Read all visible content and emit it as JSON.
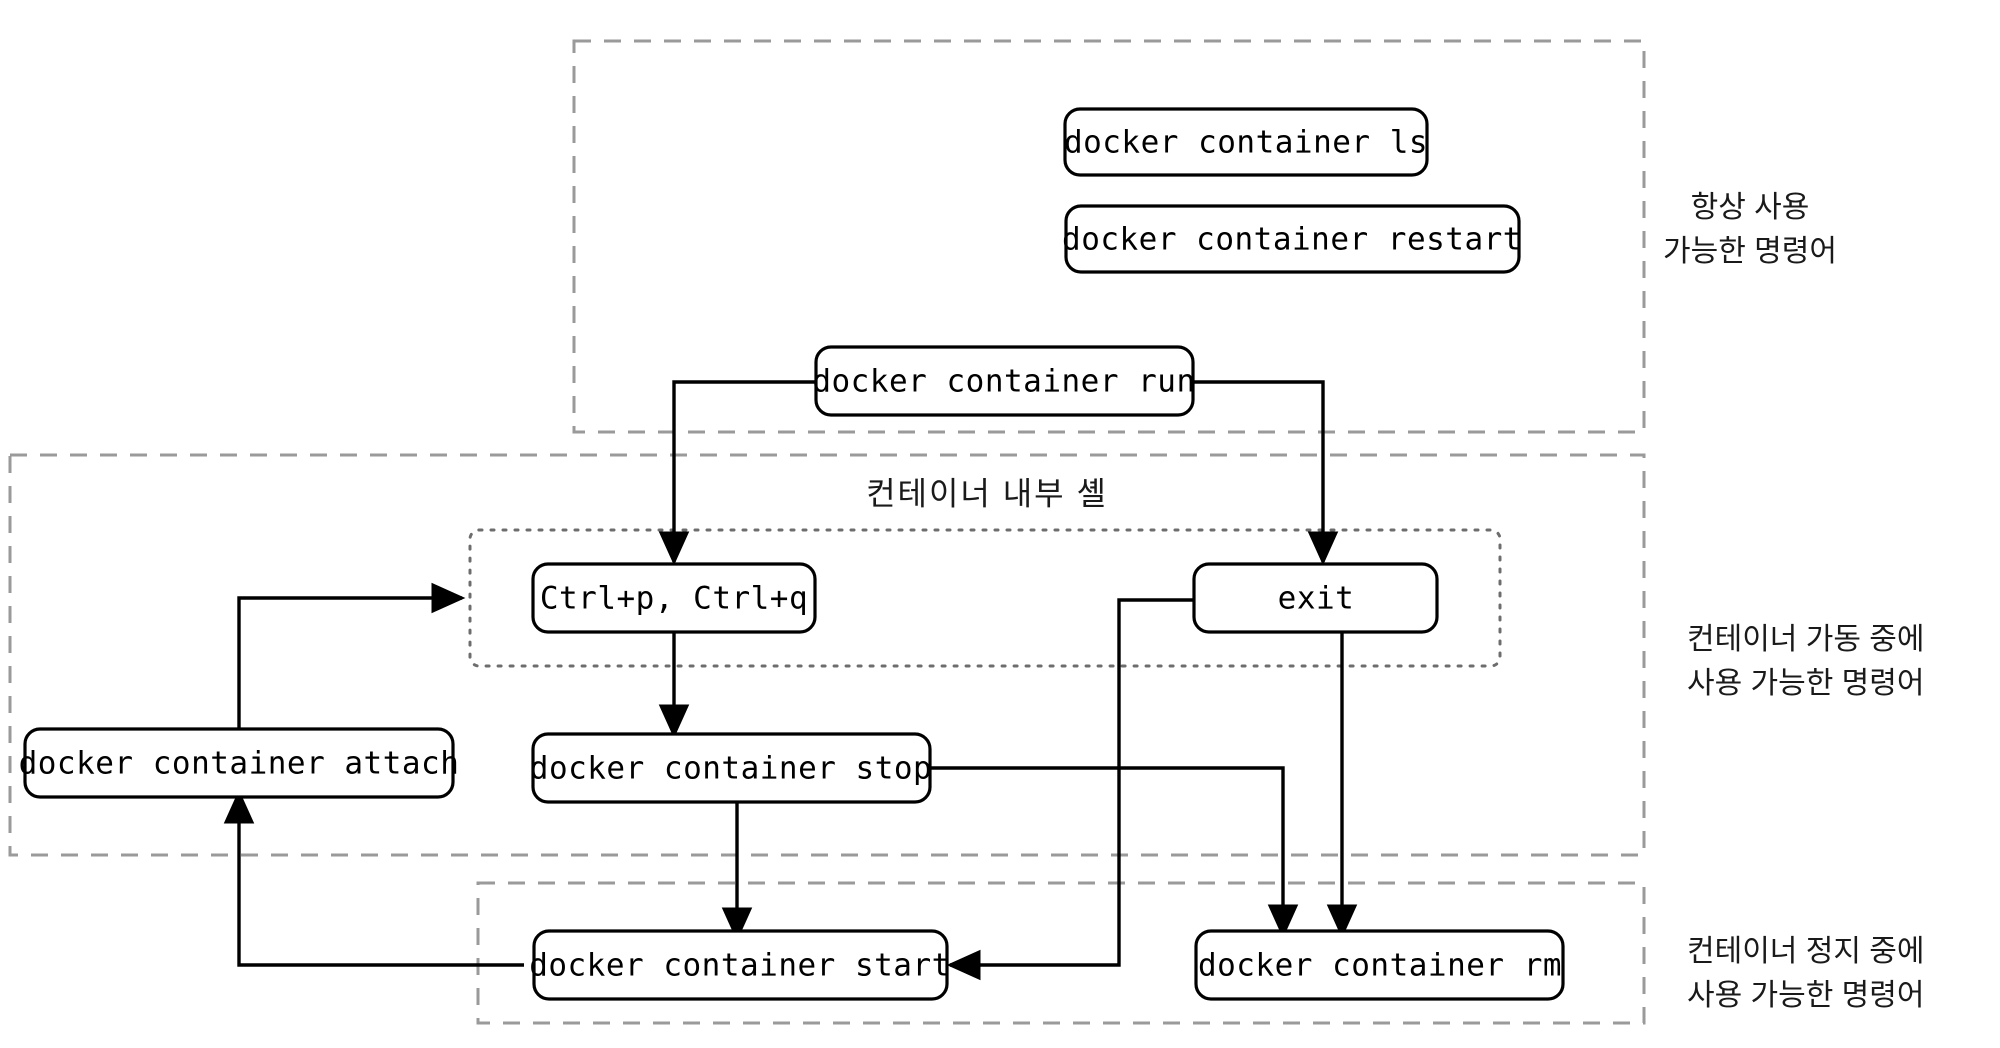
{
  "diagram": {
    "title": "Docker container lifecycle commands",
    "colors": {
      "background": "#ffffff",
      "box_stroke": "#000000",
      "group_dashed_stroke": "#9a9a9a",
      "group_dotted_stroke": "#6d6d6d",
      "text": "#000000",
      "note_text": "#1a1a1a"
    }
  },
  "nodes": {
    "ls": {
      "label": "docker container ls"
    },
    "restart": {
      "label": "docker container restart"
    },
    "run": {
      "label": "docker container run"
    },
    "detach_keys": {
      "label": "Ctrl+p, Ctrl+q"
    },
    "exit": {
      "label": "exit"
    },
    "attach": {
      "label": "docker container attach"
    },
    "stop": {
      "label": "docker container stop"
    },
    "start": {
      "label": "docker container start"
    },
    "rm": {
      "label": "docker container rm"
    }
  },
  "groups": {
    "inner_shell": {
      "title": "컨테이너 내부 셸"
    },
    "always": {
      "note_line1": "항상 사용",
      "note_line2": "가능한 명령어"
    },
    "running": {
      "note_line1": "컨테이너 가동 중에",
      "note_line2": "사용 가능한 명령어"
    },
    "stopped": {
      "note_line1": "컨테이너 정지 중에",
      "note_line2": "사용 가능한 명령어"
    }
  },
  "chart_data": {
    "type": "diagram",
    "title": "Docker container lifecycle commands",
    "groups": [
      {
        "id": "always",
        "label": "항상 사용 가능한 명령어",
        "members": [
          "ls",
          "restart",
          "run"
        ]
      },
      {
        "id": "running",
        "label": "컨테이너 가동 중에 사용 가능한 명령어",
        "members": [
          "detach_keys",
          "exit",
          "attach",
          "stop"
        ]
      },
      {
        "id": "inner_shell",
        "label": "컨테이너 내부 셸",
        "members": [
          "detach_keys",
          "exit"
        ]
      },
      {
        "id": "stopped",
        "label": "컨테이너 정지 중에 사용 가능한 명령어",
        "members": [
          "start",
          "rm"
        ]
      }
    ],
    "edges": [
      {
        "from": "run",
        "to": "detach_keys",
        "arrow": true
      },
      {
        "from": "run",
        "to": "exit",
        "arrow": true
      },
      {
        "from": "detach_keys",
        "to": "stop",
        "arrow": true
      },
      {
        "from": "attach",
        "to": "inner_shell",
        "arrow": true
      },
      {
        "from": "stop",
        "to": "start",
        "arrow": true
      },
      {
        "from": "stop",
        "to": "rm",
        "arrow": true
      },
      {
        "from": "exit",
        "to": "start",
        "arrow": true
      },
      {
        "from": "exit",
        "to": "rm",
        "arrow": true
      },
      {
        "from": "start",
        "to": "attach",
        "arrow": true
      }
    ]
  }
}
